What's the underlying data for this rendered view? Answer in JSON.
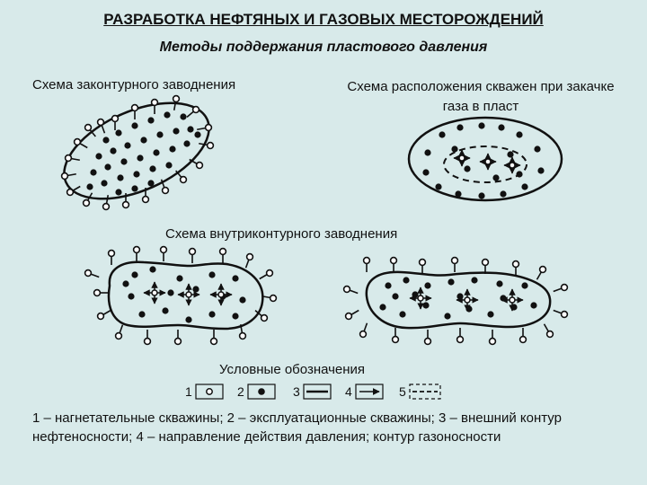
{
  "header": {
    "title": "РАЗРАБОТКА НЕФТЯНЫХ И ГАЗОВЫХ МЕСТОРОЖДЕНИЙ",
    "subtitle": "Методы поддержания пластового давления"
  },
  "schemes": {
    "outer_flooding": "Схема законтурного заводнения",
    "gas_injection": "Схема расположения скважен при закачке газа в пласт",
    "inner_flooding": "Схема внутриконтурного заводнения"
  },
  "legend": {
    "heading": "Условные обозначения",
    "items": [
      {
        "number": "1",
        "symbol": "injection-well-icon"
      },
      {
        "number": "2",
        "symbol": "production-well-icon"
      },
      {
        "number": "3",
        "symbol": "outer-contour-line-icon"
      },
      {
        "number": "4",
        "symbol": "pressure-arrow-icon"
      },
      {
        "number": "5",
        "symbol": "gas-contour-dashed-icon"
      }
    ],
    "description": "1 – нагнетательные скважины; 2 – эксплуатационные скважины; 3 – внешний контур нефтеносности; 4 – направление действия давления; контур газоносности"
  },
  "colors": {
    "background": "#d8eaea",
    "ink": "#111111"
  }
}
